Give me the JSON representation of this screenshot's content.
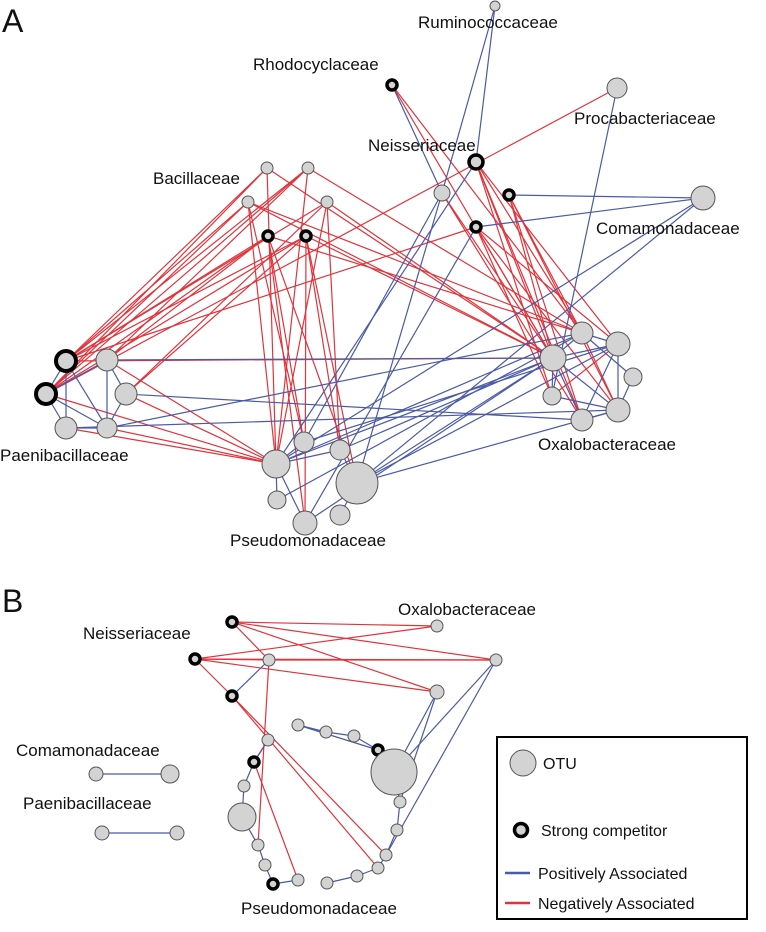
{
  "panels": {
    "a": {
      "letter": "A"
    },
    "b": {
      "letter": "B"
    }
  },
  "labels_a": {
    "ruminococcaceae": "Ruminococcaceae",
    "rhodocyclaceae": "Rhodocyclaceae",
    "procabacteriaceae": "Procabacteriaceae",
    "neisseriaceae": "Neisseriaceae",
    "bacillaceae": "Bacillaceae",
    "comamonadaceae": "Comamonadaceae",
    "paenibacillaceae": "Paenibacillaceae",
    "oxalobacteraceae": "Oxalobacteraceae",
    "pseudomonadaceae": "Pseudomonadaceae"
  },
  "labels_b": {
    "oxalobacteraceae": "Oxalobacteraceae",
    "neisseriaceae": "Neisseriaceae",
    "comamonadaceae": "Comamonadaceae",
    "paenibacillaceae": "Paenibacillaceae",
    "pseudomonadaceae": "Pseudomonadaceae"
  },
  "legend": {
    "otu": "OTU",
    "strong_competitor": "Strong competitor",
    "positive": "Positively Associated",
    "negative": "Negatively Associated"
  },
  "colors": {
    "positive_edge": "#4a5aa8",
    "negative_edge": "#e0343c",
    "node_fill": "#d3d3d3",
    "node_stroke": "#555555",
    "competitor_stroke": "#000000"
  }
}
